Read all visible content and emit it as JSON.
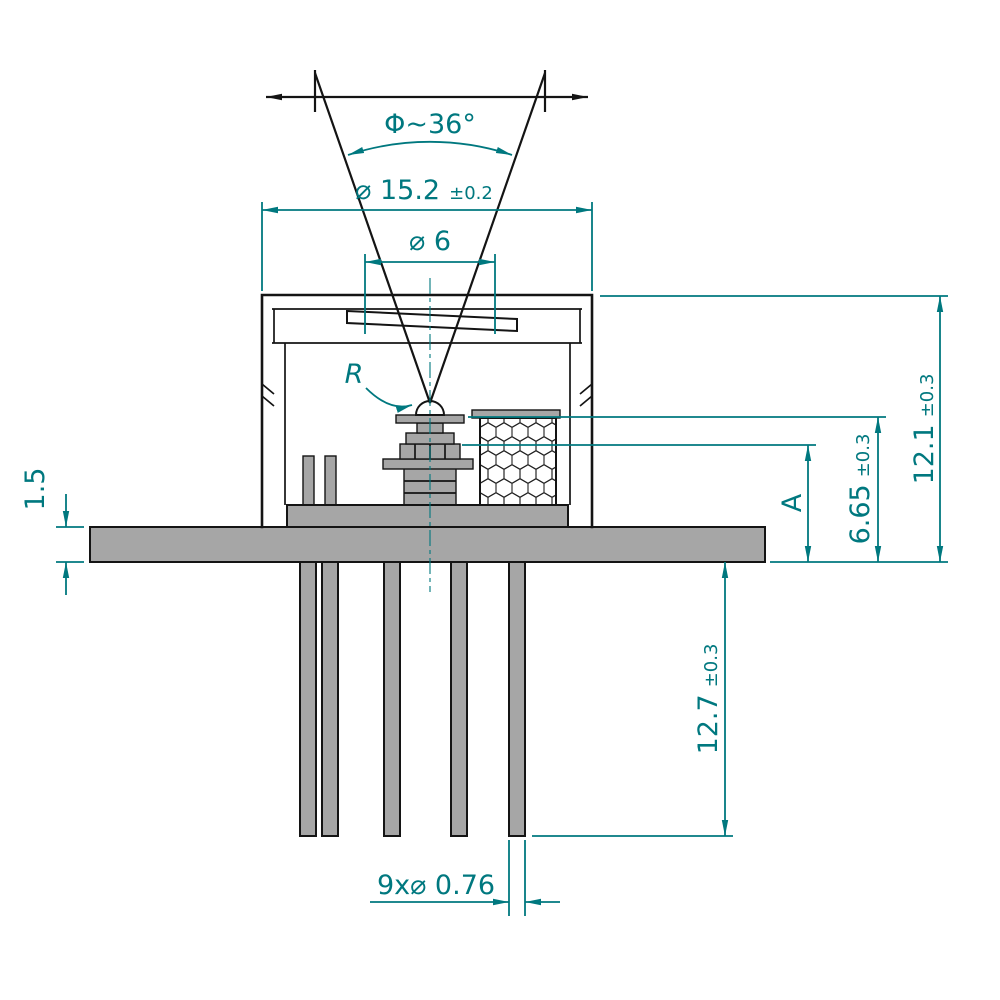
{
  "drawing": {
    "labels": {
      "beam_angle": "Φ~36°",
      "outer_diameter": "⌀ 15.2",
      "outer_diameter_tol": "±0.2",
      "window_diameter": "⌀ 6",
      "radius": "R",
      "flange_thickness": "1.5",
      "overall_height": "12.1",
      "overall_height_tol": "±0.3",
      "sensor_height": "6.65",
      "sensor_height_tol": "±0.3",
      "dim_a": "A",
      "pin_length": "12.7",
      "pin_length_tol": "±0.3",
      "pin_spec": "9x⌀ 0.76"
    },
    "colors": {
      "dimension_teal": "#00787f",
      "outline_black": "#141414",
      "metal_gray": "#a6a6a6"
    }
  }
}
